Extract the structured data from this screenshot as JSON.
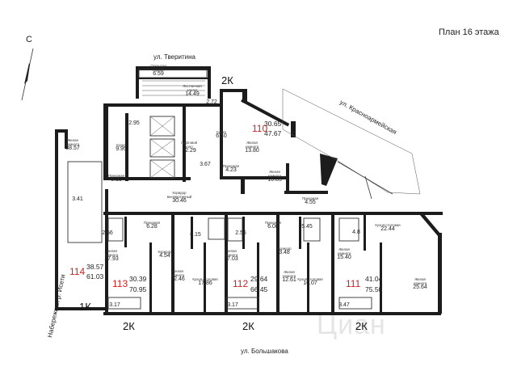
{
  "header": {
    "title": "План 16 этажа",
    "north": "С"
  },
  "streets": {
    "top": "ул. Тверитина",
    "right": "ул. Красноармейская",
    "bottom": "ул. Большакова",
    "left": "Набережная р. Исети"
  },
  "watermark": "Циан",
  "apartments": [
    {
      "number": "110",
      "type": "2К",
      "living": "30.65",
      "total": "47.67"
    },
    {
      "number": "114",
      "type": "1К",
      "living": "38.57",
      "total": "61.03"
    },
    {
      "number": "113",
      "type": "2К",
      "living": "30.39",
      "total": "70.95"
    },
    {
      "number": "112",
      "type": "2К",
      "living": "29.64",
      "total": "66.45"
    },
    {
      "number": "111",
      "type": "2К",
      "living": "41.04",
      "total": "75.50"
    }
  ],
  "rooms": [
    {
      "label": "Открытая лоджия",
      "area": "6.59"
    },
    {
      "label": "Лестничная клетка",
      "area": "14.49"
    },
    {
      "label": "",
      "area": "2.72"
    },
    {
      "label": "",
      "area": "2.95"
    },
    {
      "label": "Кухня",
      "area": "9.95"
    },
    {
      "label": "Лифтовой холл",
      "area": "12.29"
    },
    {
      "label": "Кухня",
      "area": "6.40"
    },
    {
      "label": "Жилая комната",
      "area": "13.80"
    },
    {
      "label": "",
      "area": "3.67"
    },
    {
      "label": "Прихожая",
      "area": "4.23"
    },
    {
      "label": "Жилая комната",
      "area": "16.85"
    },
    {
      "label": "Жилая комната",
      "area": "38.57"
    },
    {
      "label": "Прихожая",
      "area": "6.15"
    },
    {
      "label": "",
      "area": "3.41"
    },
    {
      "label": "Коридор внеквартирный",
      "area": "30.46"
    },
    {
      "label": "Прихожая",
      "area": "6.28"
    },
    {
      "label": "",
      "area": "2.56"
    },
    {
      "label": "Коридор",
      "area": "4.54"
    },
    {
      "label": "Жилая комната",
      "area": "17.93"
    },
    {
      "label": "",
      "area": "6.15"
    },
    {
      "label": "",
      "area": "2.56"
    },
    {
      "label": "Прихожая",
      "area": "6.08"
    },
    {
      "label": "Коридор",
      "area": "3.48"
    },
    {
      "label": "Жилая комната",
      "area": "17.03"
    },
    {
      "label": "Прихожая",
      "area": "4.55"
    },
    {
      "label": "",
      "area": "5.45"
    },
    {
      "label": "",
      "area": "4.8"
    },
    {
      "label": "Кухня-столовая",
      "area": "22.44"
    },
    {
      "label": "Жилая комната",
      "area": "15.40"
    },
    {
      "label": "Жилая комната",
      "area": "25.64"
    },
    {
      "label": "Жилая комната",
      "area": "12.46"
    },
    {
      "label": "Кухня-столовая",
      "area": "17.86"
    },
    {
      "label": "Жилая комната",
      "area": "12.61"
    },
    {
      "label": "Кухня-столовая",
      "area": "16.07"
    },
    {
      "label": "",
      "area": "3.17"
    },
    {
      "label": "",
      "area": "3.17"
    },
    {
      "label": "",
      "area": "3.47"
    }
  ]
}
